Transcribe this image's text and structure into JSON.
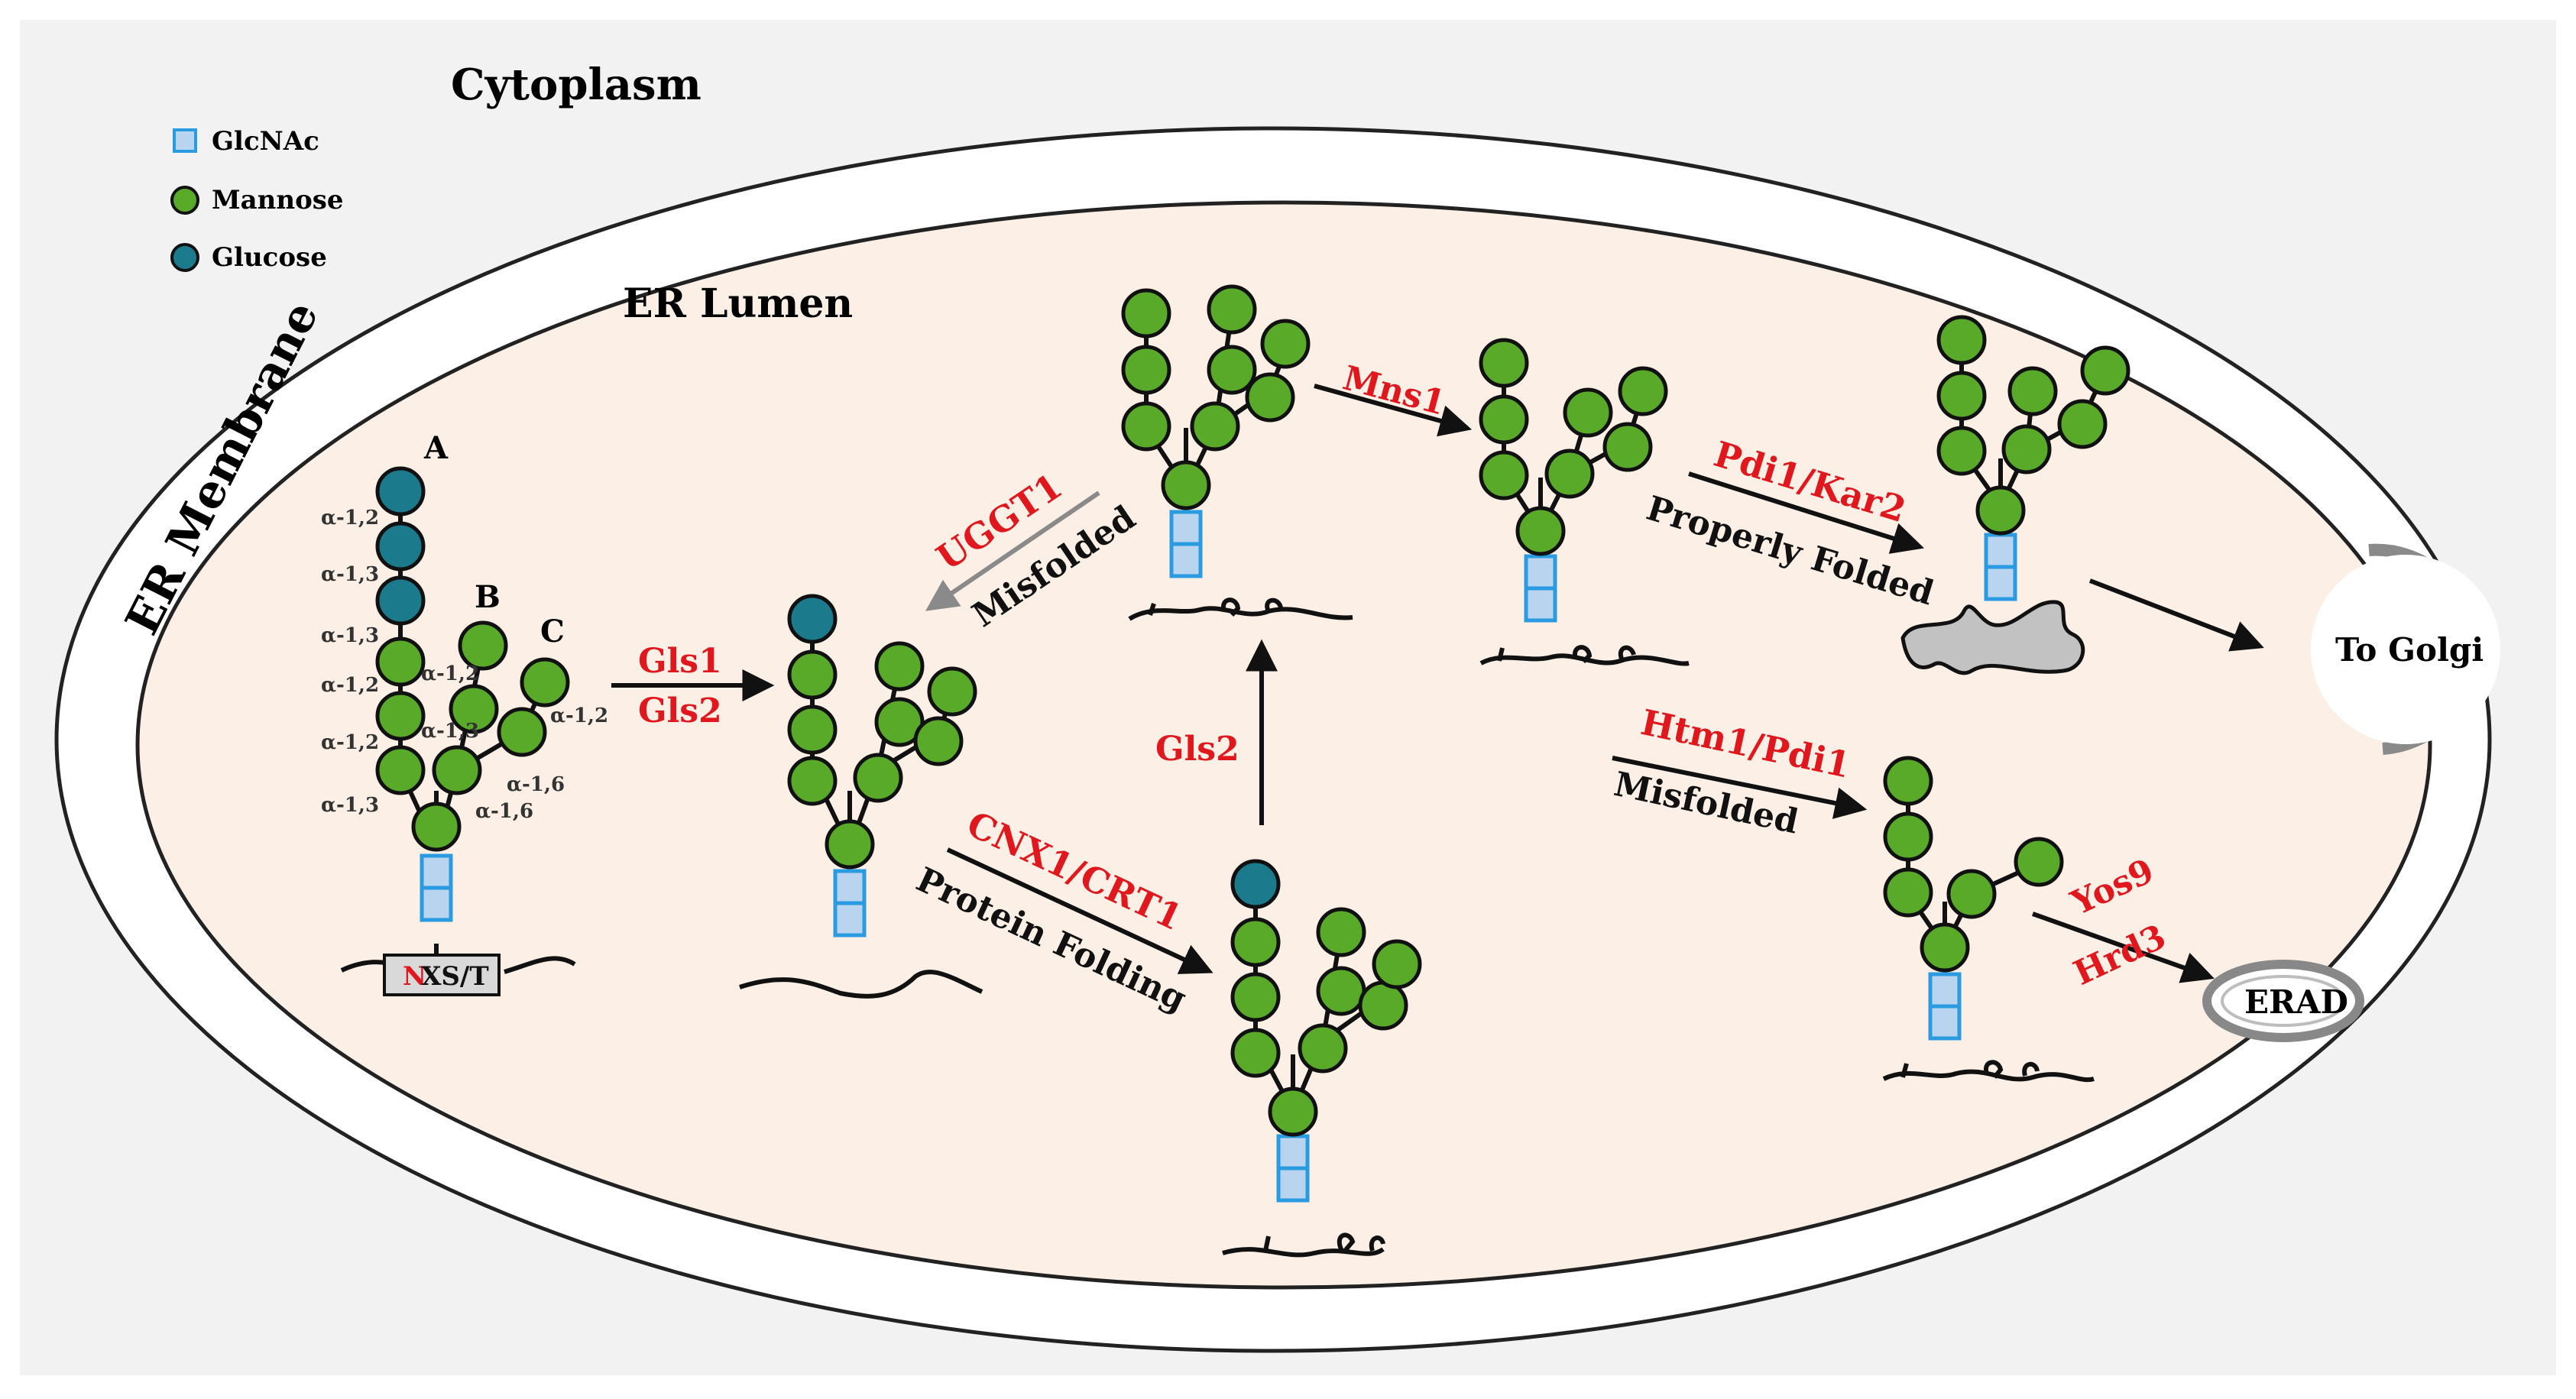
{
  "labels": {
    "cytoplasm": "Cytoplasm",
    "er_membrane": "ER Membrane",
    "er_lumen": "ER Lumen",
    "to_golgi": "To Golgi",
    "erad": "ERAD",
    "nxst_n": "N",
    "nxst_rest": "XS/T"
  },
  "legend": [
    {
      "shape": "square",
      "label": "GlcNAc",
      "color": "#9cc3e6"
    },
    {
      "shape": "circle",
      "label": "Mannose",
      "color": "#5aaa2a"
    },
    {
      "shape": "circle",
      "label": "Glucose",
      "color": "#1b7a8c"
    }
  ],
  "branches": {
    "a": "A",
    "b": "B",
    "c": "C"
  },
  "linkages": {
    "a1": "α-1,2",
    "a2": "α-1,3",
    "a3": "α-1,3",
    "a4": "α-1,2",
    "a5": "α-1,2",
    "a6": "α-1,3",
    "b1": "α-1,2",
    "b2": "α-1,3",
    "c1": "α-1,2",
    "c2": "α-1,6",
    "c3": "α-1,6"
  },
  "steps": {
    "gls1": "Gls1",
    "gls2a": "Gls2",
    "uggt1": "UGGT1",
    "misfolded1": "Misfolded",
    "cnx": "CNX1/CRT1",
    "protein_folding": "Protein Folding",
    "gls2b": "Gls2",
    "mns1": "Mns1",
    "pdi_kar": "Pdi1/Kar2",
    "properly_folded": "Properly Folded",
    "htm1": "Htm1/Pdi1",
    "misfolded2": "Misfolded",
    "yos9": "Yos9",
    "hrd3": "Hrd3"
  },
  "colors": {
    "lumen": "#fbefe6",
    "mannose": "#5aaa2a",
    "glucose": "#1b7a8c",
    "glcnac": "#b8d4ee",
    "glcnac_border": "#2a9be0",
    "enzyme_red": "#e0181e",
    "background": "#f2f2f2"
  }
}
